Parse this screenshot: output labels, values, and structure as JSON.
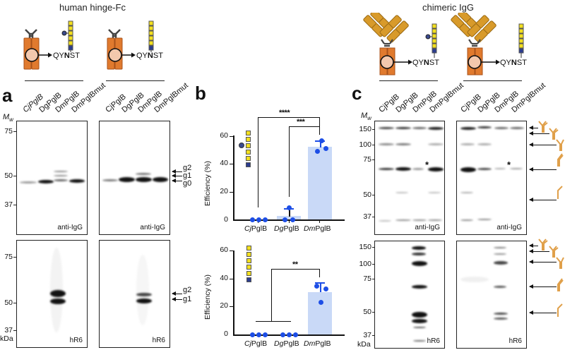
{
  "figure": {
    "titles": {
      "left": "human hinge-Fc",
      "right": "chimeric IgG"
    },
    "panel_letters": {
      "a": "a",
      "b": "b",
      "c": "c"
    },
    "construct_motif": "QYNST",
    "lanes": [
      "CjPglB",
      "DgPglB",
      "DmPglB",
      "DmPglBmut"
    ],
    "mw_label": "M",
    "mw_sub": "w",
    "kda_label": "kDa",
    "panel_a": {
      "markers_top": [
        "75",
        "50",
        "37"
      ],
      "markers_bottom": [
        "75",
        "50",
        "37"
      ],
      "blot_labels_top": [
        "anti-IgG",
        "anti-IgG"
      ],
      "blot_labels_bottom": [
        "hR6",
        "hR6"
      ],
      "glycoform_labels_top": [
        "g2",
        "g1",
        "g0"
      ],
      "glycoform_labels_bottom": [
        "g2",
        "g1"
      ]
    },
    "panel_c": {
      "markers_top": [
        "150",
        "100",
        "75",
        "50",
        "37"
      ],
      "markers_bottom": [
        "150",
        "100",
        "75",
        "50",
        "37"
      ],
      "blot_labels_top": [
        "anti-IgG",
        "anti-IgG"
      ],
      "blot_labels_bottom": [
        "hR6",
        "hR6"
      ],
      "asterisk": "*"
    },
    "colors": {
      "fc_orange": "#e07a2e",
      "fab_gold": "#d89a2a",
      "glycan_yellow": "#f2df1f",
      "glycan_blue": "#2c3d8f",
      "bar_fill": "#c9d9f7",
      "dot_blue": "#1d4ee6"
    }
  },
  "chart_data": [
    {
      "type": "bar",
      "title": "Efficiency – branched glycan (top)",
      "categories": [
        "CjPglB",
        "DgPglB",
        "DmPglB"
      ],
      "values": [
        0,
        3,
        52
      ],
      "error": [
        0,
        5,
        4
      ],
      "points": [
        [
          0,
          0,
          0
        ],
        [
          0,
          0,
          8.5
        ],
        [
          48,
          50.5,
          56
        ]
      ],
      "xlabel": "",
      "ylabel": "Efficiency (%)",
      "yticks": [
        "0",
        "20",
        "40",
        "60"
      ],
      "ylim": [
        0,
        60
      ],
      "significance": [
        {
          "pair": [
            "CjPglB",
            "DmPglB"
          ],
          "label": "****"
        },
        {
          "pair": [
            "DgPglB",
            "DmPglB"
          ],
          "label": "***"
        }
      ]
    },
    {
      "type": "bar",
      "title": "Efficiency – linear glycan (bottom)",
      "categories": [
        "CjPglB",
        "DgPglB",
        "DmPglB"
      ],
      "values": [
        0,
        0,
        30
      ],
      "error": [
        0,
        0,
        7
      ],
      "points": [
        [
          0,
          0,
          0
        ],
        [
          0,
          0,
          0
        ],
        [
          22,
          32.5,
          36
        ]
      ],
      "xlabel": "",
      "ylabel": "Efficiency (%)",
      "yticks": [
        "0",
        "20",
        "40",
        "60"
      ],
      "ylim": [
        0,
        60
      ],
      "significance": [
        {
          "pair": [
            "CjPglB+DgPglB",
            "DmPglB"
          ],
          "label": "**"
        }
      ]
    }
  ],
  "chart_labels": {
    "ylabel": "Efficiency (%)",
    "x1": "Cj",
    "x1b": "PglB",
    "x2": "Dg",
    "x2b": "PglB",
    "x3": "Dm",
    "x3b": "PglB",
    "t0": "0",
    "t20": "20",
    "t40": "40",
    "t60": "60",
    "sig_top_a": "****",
    "sig_top_b": "***",
    "sig_bottom": "**"
  }
}
